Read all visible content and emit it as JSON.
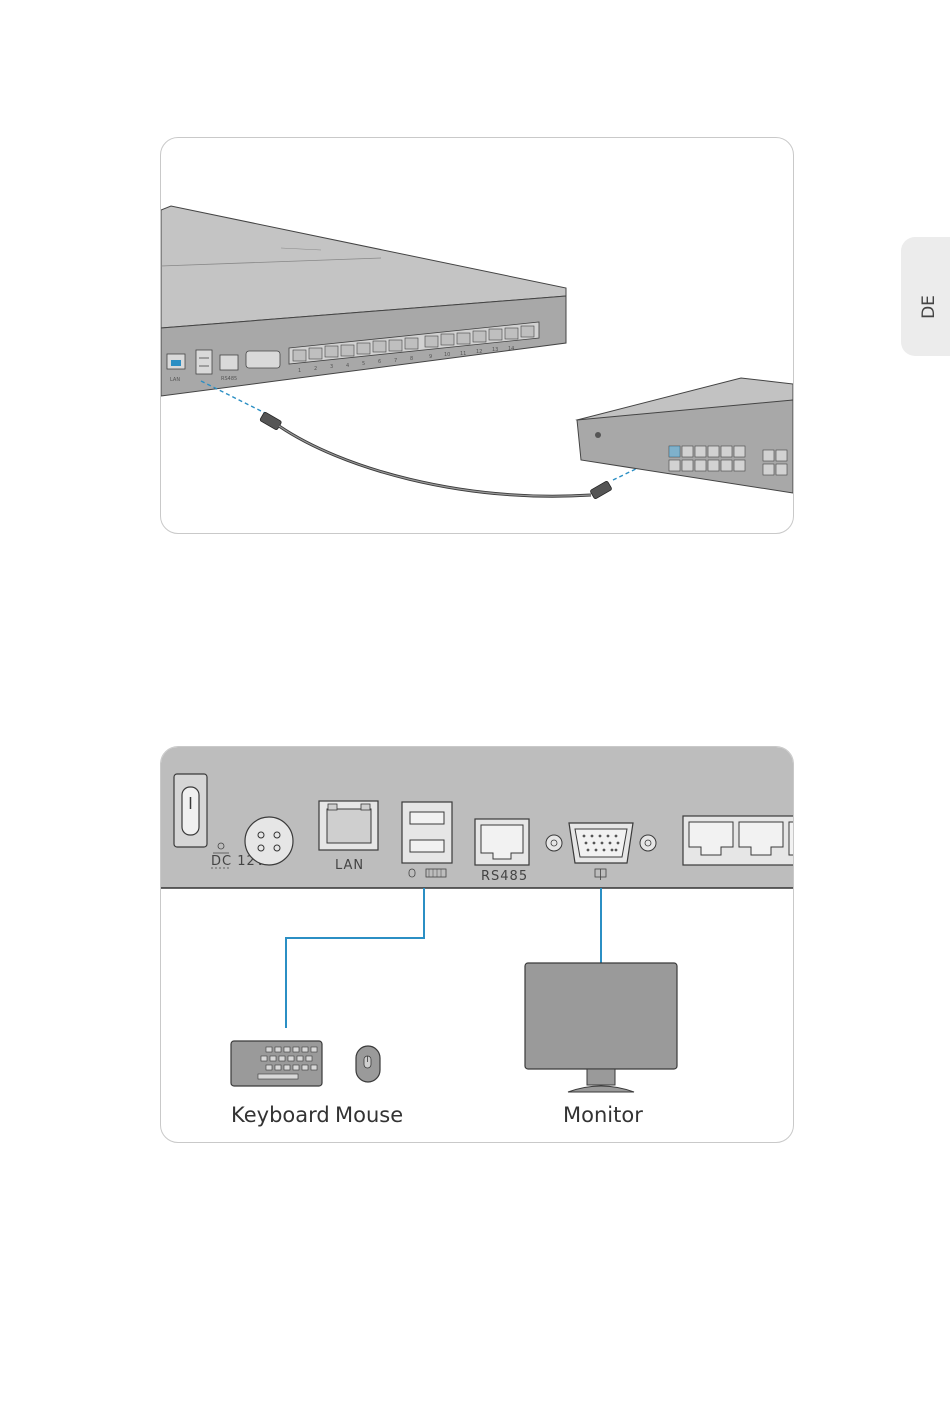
{
  "side_tab": {
    "label": "DE"
  },
  "figure_top": {
    "nvr_port_labels": [
      "LAN",
      "RS485"
    ],
    "nvr_poe_numbers": [
      "1",
      "2",
      "3",
      "4",
      "5",
      "6",
      "7",
      "8",
      "9",
      "10",
      "11",
      "12",
      "13",
      "14"
    ]
  },
  "figure_bottom": {
    "rear_panel": {
      "power_label": "DC 12V",
      "lan_label": "LAN",
      "rs485_label": "RS485"
    },
    "devices": {
      "keyboard": "Keyboard",
      "mouse": "Mouse",
      "monitor": "Monitor"
    }
  },
  "colors": {
    "cable_line": "#2b8fc4",
    "panel_gray": "#bdbdbd",
    "device_gray": "#9a9a9a",
    "outline": "#3a3a3a"
  }
}
